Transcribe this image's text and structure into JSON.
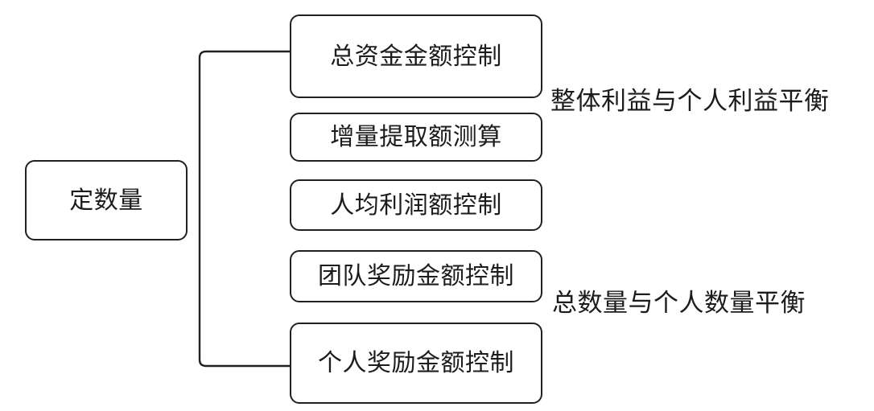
{
  "diagram": {
    "type": "tree",
    "title": "定数量",
    "root": {
      "label": "定数量"
    },
    "branches": [
      {
        "label": "总资金金额控制"
      },
      {
        "label": "增量提取额测算"
      },
      {
        "label": "人均利润额控制"
      },
      {
        "label": "团队奖励金额控制"
      },
      {
        "label": "个人奖励金额控制"
      }
    ],
    "annotations": [
      {
        "label": "整体利益与个人利益平衡"
      },
      {
        "label": "总数量与个人数量平衡"
      }
    ],
    "colors": {
      "stroke": "#231f20",
      "text": "#1c1c1c",
      "background": "#ffffff"
    }
  }
}
